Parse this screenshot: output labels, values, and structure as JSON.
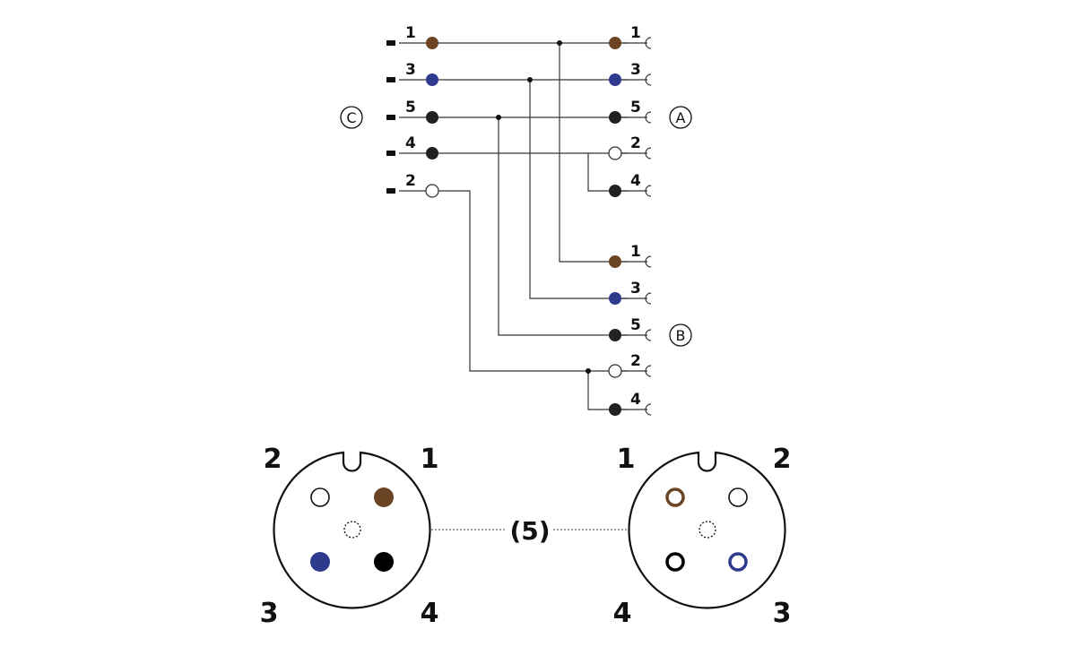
{
  "colors": {
    "brown": "#6b4423",
    "blue": "#2e3a8c",
    "black": "#222222",
    "white": "#ffffff",
    "line": "#333333"
  },
  "connectors": {
    "C": "C",
    "A": "A",
    "B": "B"
  },
  "c_pins": [
    {
      "label": "1",
      "color": "brown"
    },
    {
      "label": "3",
      "color": "blue"
    },
    {
      "label": "5",
      "color": "black"
    },
    {
      "label": "4",
      "color": "black"
    },
    {
      "label": "2",
      "color": "white"
    }
  ],
  "a_pins": [
    {
      "label": "1",
      "color": "brown"
    },
    {
      "label": "3",
      "color": "blue"
    },
    {
      "label": "5",
      "color": "black"
    },
    {
      "label": "2",
      "color": "white"
    },
    {
      "label": "4",
      "color": "black"
    }
  ],
  "b_pins": [
    {
      "label": "1",
      "color": "brown"
    },
    {
      "label": "3",
      "color": "blue"
    },
    {
      "label": "5",
      "color": "black"
    },
    {
      "label": "2",
      "color": "white"
    },
    {
      "label": "4",
      "color": "black"
    }
  ],
  "left_face": {
    "top_left": "2",
    "top_right": "1",
    "bottom_left": "3",
    "bottom_right": "4"
  },
  "right_face": {
    "top_left": "1",
    "top_right": "2",
    "bottom_left": "4",
    "bottom_right": "3"
  },
  "center_label": "(5)"
}
